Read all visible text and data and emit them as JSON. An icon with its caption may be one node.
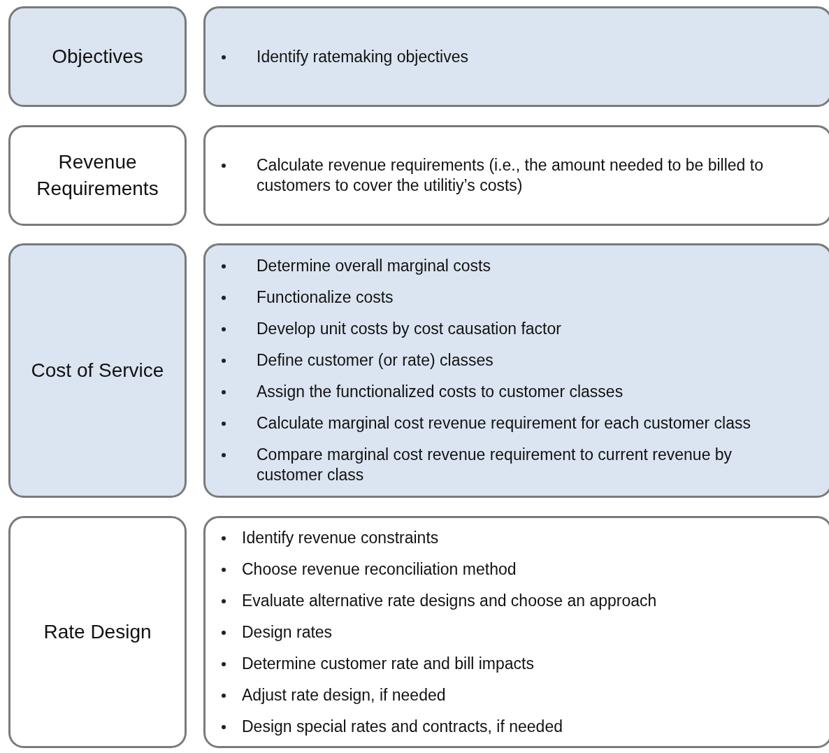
{
  "diagram": {
    "nodes": [
      {
        "text": [
          "Objectives"
        ]
      },
      {
        "text": [
          "Identify ratemaking objectives"
        ]
      },
      {
        "text": [
          "Revenue Requirements"
        ]
      },
      {
        "text": [
          "Calculate revenue requirements (i.e., the amount needed to be billed to customers to cover the utilitiy’s costs)"
        ]
      },
      {
        "text": [
          "Cost of Service"
        ]
      },
      {
        "text": [
          "Determine overall marginal costs",
          "Functionalize costs",
          "Develop unit costs by cost causation factor",
          "Define customer (or rate) classes",
          "Assign the functionalized costs to customer classes",
          "Calculate marginal cost revenue requirement for each customer class",
          "Compare marginal cost revenue requirement to current revenue by customer class"
        ]
      },
      {
        "text": [
          "Rate Design"
        ]
      },
      {
        "text": [
          "Identify revenue constraints",
          "Choose revenue reconciliation method",
          "Evaluate alternative rate designs and choose an approach",
          "Design rates",
          "Determine customer rate and bill impacts",
          "Adjust rate design, if needed",
          "Design special rates and contracts, if needed"
        ]
      }
    ]
  }
}
